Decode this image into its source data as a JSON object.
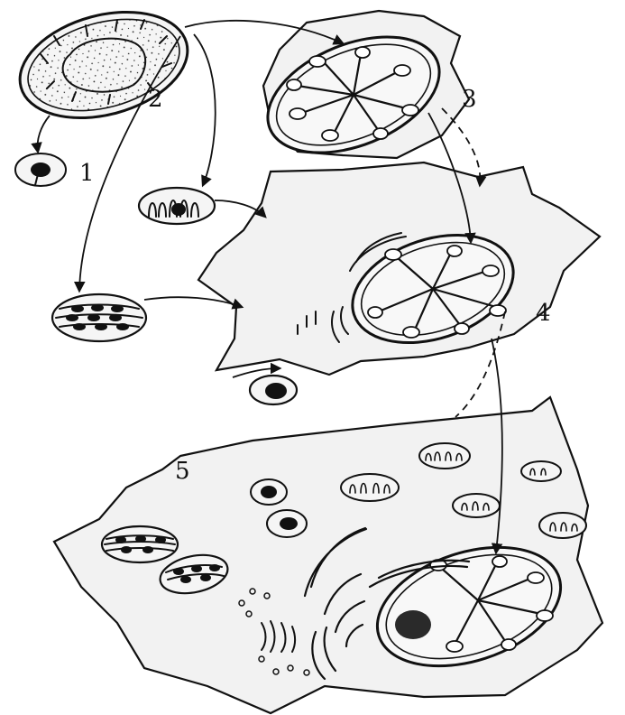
{
  "figure": {
    "labels": {
      "l1": "1",
      "l2": "2",
      "l3": "3",
      "l4": "4",
      "l5": "5"
    },
    "colors": {
      "ink": "#111111",
      "cytoplasm": "#f2f2f2",
      "paper": "#ffffff"
    }
  }
}
